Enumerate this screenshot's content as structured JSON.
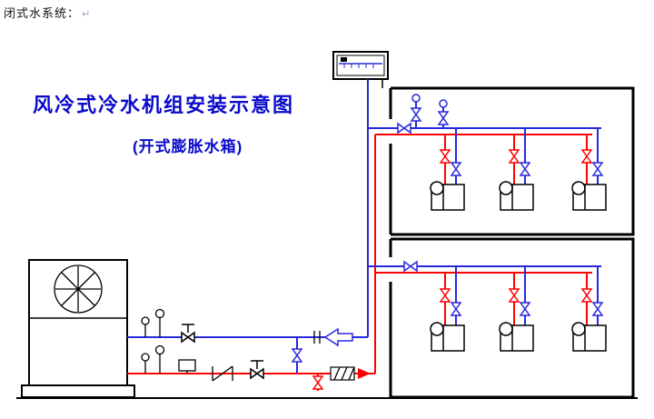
{
  "page": {
    "note": "闭式水系统：",
    "paragraph_mark": "↵"
  },
  "diagram": {
    "title": "风冷式冷水机组安装示意图",
    "subtitle": "(开式膨胀水箱)",
    "colors": {
      "title": "#0a0acc",
      "supply": "#ff0000",
      "return": "#2828dd",
      "outline": "#000000",
      "background": "#ffffff"
    }
  }
}
